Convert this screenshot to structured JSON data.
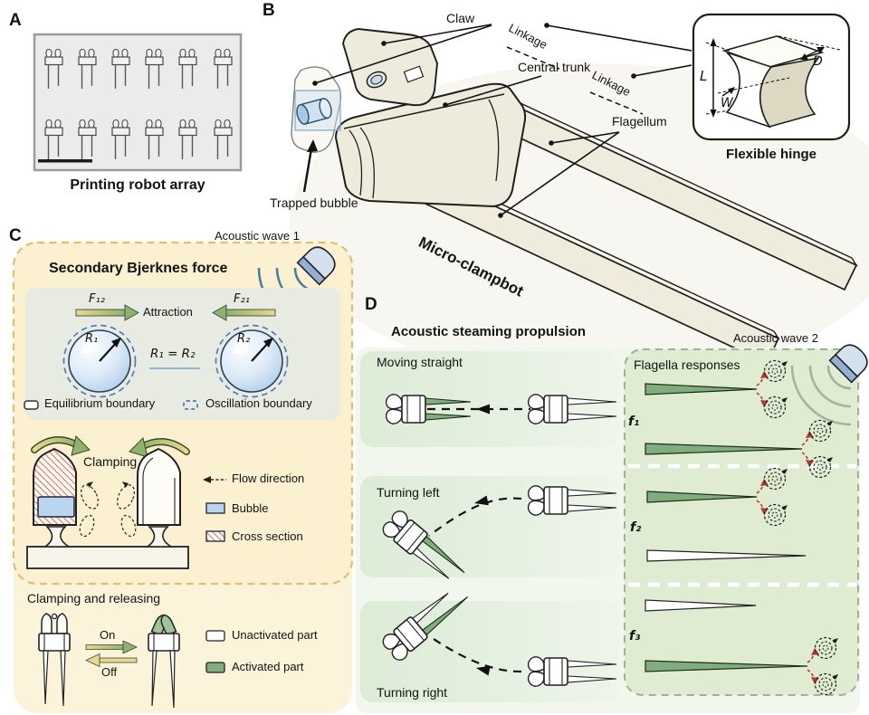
{
  "colors": {
    "panel_c_bg": "#fcf3d7",
    "panel_c_border": "#dfc06c",
    "inner_box_gray": "#e8ebe2",
    "panel_d_wash": "#f2f7ee",
    "panel_d_band": "#ddecd7",
    "panel_d_box": "#dfecd2",
    "panel_d_border": "#9fb199",
    "activated_green": "#7fae7c",
    "bubble_blue": "#b9d4ee",
    "wave1_blue": "#4f7d9d",
    "wave2_green": "#9fb69c",
    "vortex_red": "#b23a31",
    "structure_beige": "#eeebdc",
    "arrow_yellow": "#e8d88c",
    "arrow_green": "#8db46a"
  },
  "panel_a": {
    "label": "A",
    "caption": "Printing robot array"
  },
  "panel_b": {
    "label": "B",
    "claw": "Claw",
    "linkage_top": "Linkage",
    "central_trunk": "Central trunk",
    "linkage_bottom": "Linkage",
    "flagellum": "Flagellum",
    "trapped_bubble": "Trapped bubble",
    "robot_name": "Micro-clampbot",
    "hinge": {
      "caption": "Flexible hinge",
      "length": "L",
      "width": "W",
      "depth": "D"
    }
  },
  "panel_c": {
    "label": "C",
    "acoustic_wave": "Acoustic wave 1",
    "bjerknes_title": "Secondary Bjerknes force",
    "f12": "F₁₂",
    "attraction": "Attraction",
    "f21": "F₂₁",
    "r1": "R₁",
    "r2": "R₂",
    "r_equal": "R₁ = R₂",
    "legend_equilibrium": "Equilibrium boundary",
    "legend_oscillation": "Oscillation boundary",
    "clamping": "Clamping",
    "legend_flow": "Flow direction",
    "legend_bubble": "Bubble",
    "legend_cross_section": "Cross section",
    "release_title": "Clamping and releasing",
    "on": "On",
    "off": "Off",
    "legend_unactivated": "Unactivated part",
    "legend_activated": "Activated part"
  },
  "panel_d": {
    "label": "D",
    "title": "Acoustic steaming propulsion",
    "moving_straight": "Moving straight",
    "turning_left": "Turning left",
    "turning_right": "Turning right",
    "responses_title": "Flagella responses",
    "acoustic_wave": "Acoustic wave 2",
    "f1": "f₁",
    "f2": "f₂",
    "f3": "f₃"
  }
}
